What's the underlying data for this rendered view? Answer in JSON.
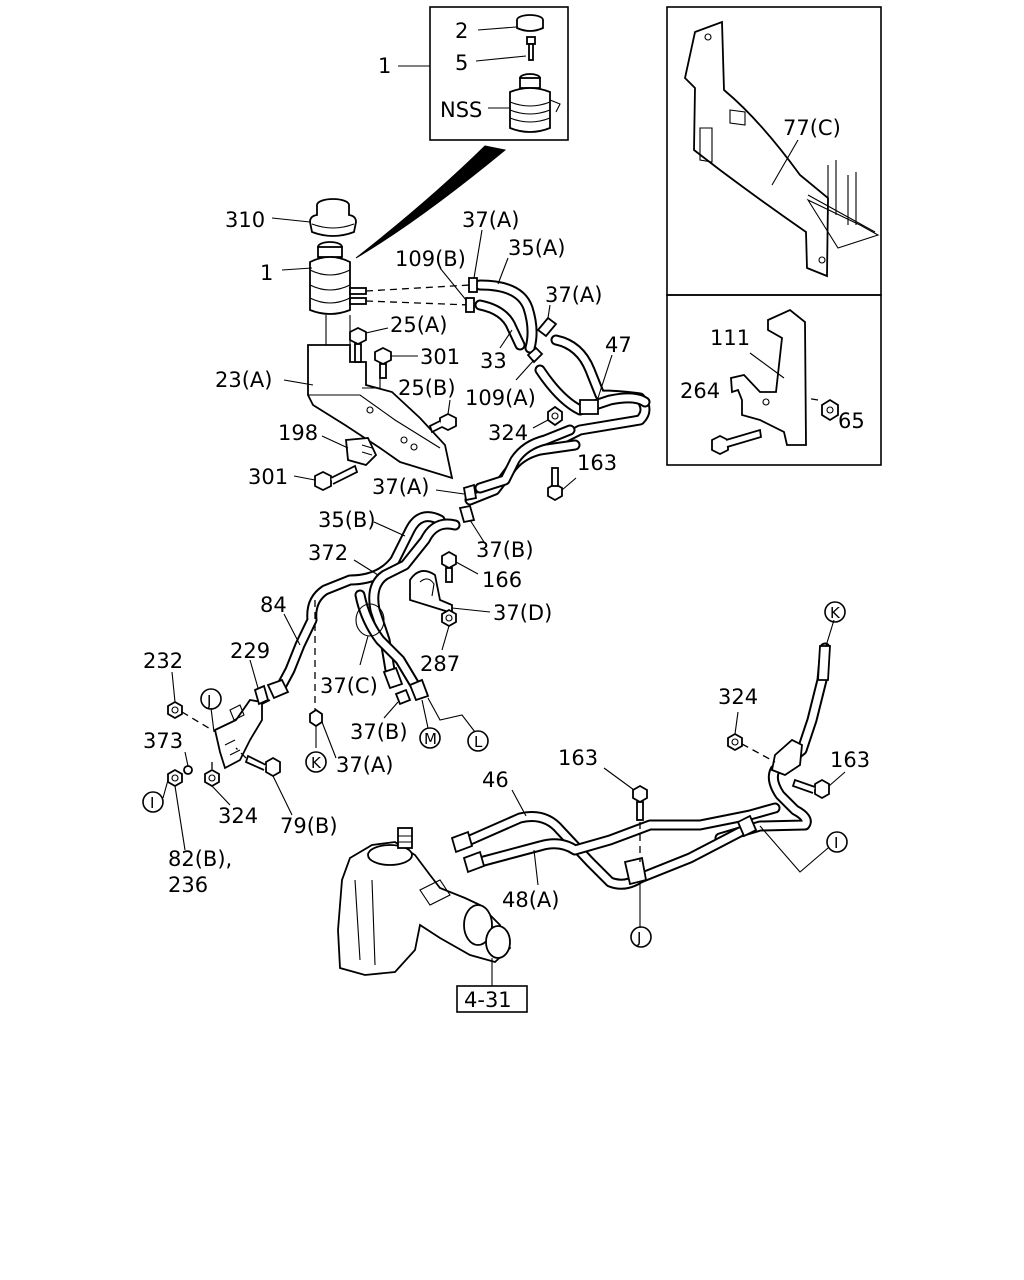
{
  "labels": {
    "l2": "2",
    "l5": "5",
    "lNSS": "NSS",
    "l1_inset": "1",
    "l310": "310",
    "l1_main": "1",
    "l37A_a": "37(A)",
    "l35A": "35(A)",
    "l109B": "109(B)",
    "l37A_b": "37(A)",
    "l25A": "25(A)",
    "l301_a": "301",
    "l33": "33",
    "l47": "47",
    "l23A": "23(A)",
    "l25B": "25(B)",
    "l109A": "109(A)",
    "l198": "198",
    "l324_a": "324",
    "l163_a": "163",
    "l301_b": "301",
    "l37A_c": "37(A)",
    "l35B": "35(B)",
    "l37B_a": "37(B)",
    "l372": "372",
    "l166": "166",
    "l84": "84",
    "l37D": "37(D)",
    "l232": "232",
    "l229": "229",
    "l287": "287",
    "l37C": "37(C)",
    "l373": "373",
    "l37B_b": "37(B)",
    "l37A_d": "37(A)",
    "l324_b": "324",
    "l79B": "79(B)",
    "l82B": "82(B),",
    "l236": "236",
    "l324_c": "324",
    "l163_b": "163",
    "l163_c": "163",
    "l46": "46",
    "l48A": "48(A)",
    "l431": "4-31",
    "l77C": "77(C)",
    "l111": "111",
    "l264": "264",
    "l65": "65"
  },
  "callouts": {
    "J_top": "J",
    "I_left": "I",
    "K_left": "K",
    "M": "M",
    "L": "L",
    "K_right": "K",
    "I_right": "I",
    "J_bottom": "J"
  }
}
